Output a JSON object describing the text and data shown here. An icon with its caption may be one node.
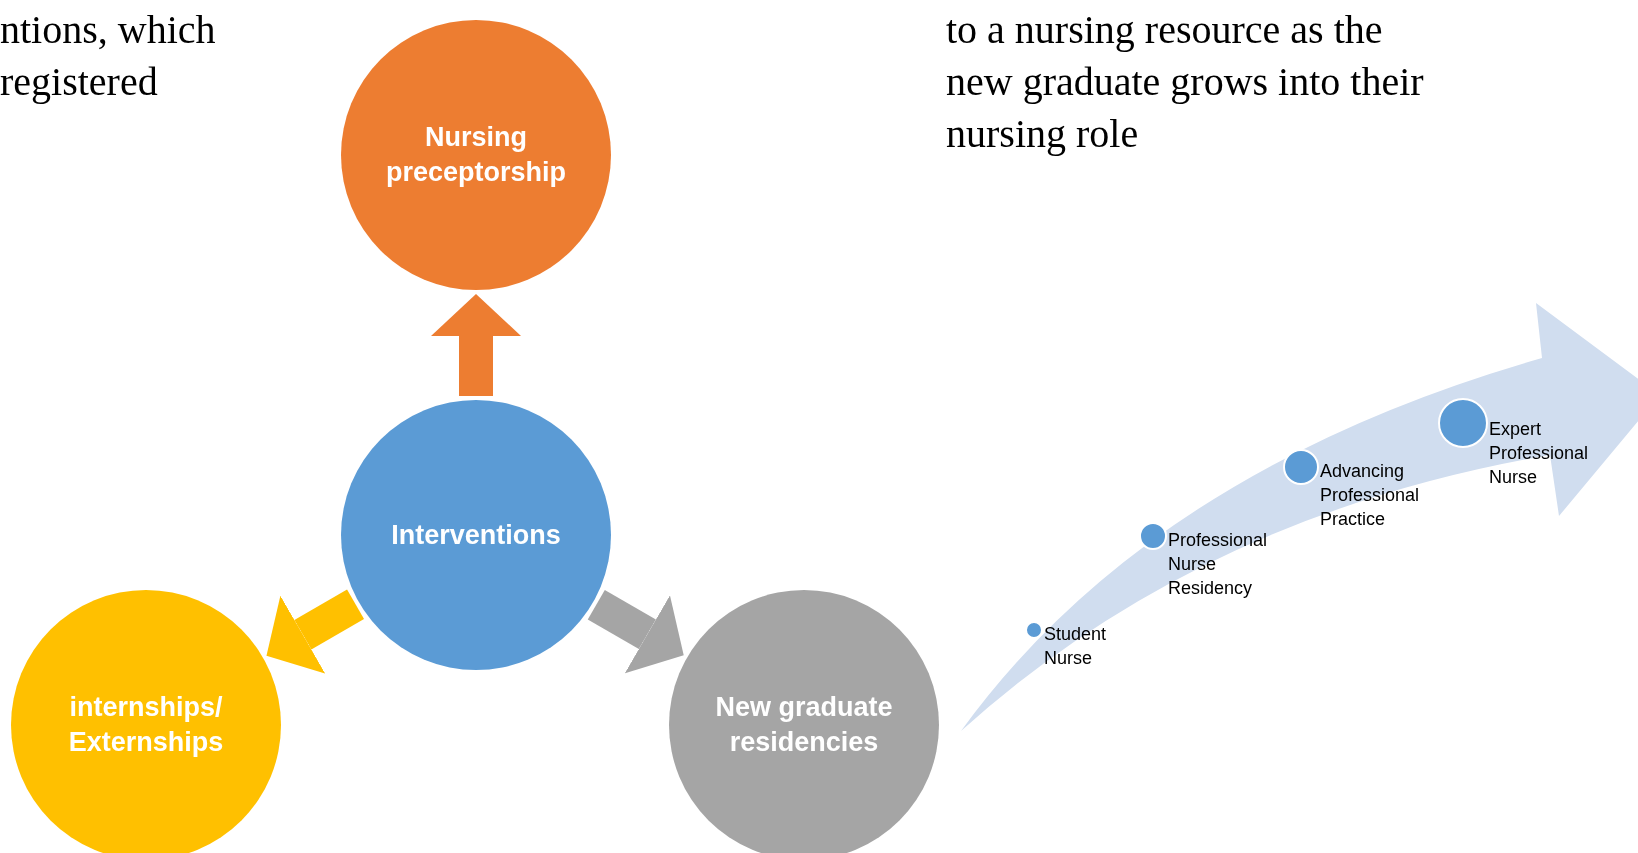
{
  "diagram": {
    "nodes": [
      {
        "text": [
          "Nursing preceptorship"
        ]
      },
      {
        "text": [
          "Interventions"
        ]
      },
      {
        "text": [
          "internships/ Externships"
        ]
      },
      {
        "text": [
          "New graduate residencies"
        ]
      },
      {
        "text": [
          "Student Nurse"
        ]
      },
      {
        "text": [
          "Professional Nurse Residency"
        ]
      },
      {
        "text": [
          "Advancing Professional Practice"
        ]
      },
      {
        "text": [
          "Expert Professional Nurse"
        ]
      }
    ],
    "edges": [
      {
        "from": 1,
        "to": 0,
        "arrow": "to",
        "color": "#ed7d31"
      },
      {
        "from": 1,
        "to": 2,
        "arrow": "to",
        "color": "#ffc000"
      },
      {
        "from": 1,
        "to": 3,
        "arrow": "to",
        "color": "#a5a5a5"
      }
    ],
    "labels": [
      "ntions, which registered",
      "to a nursing resource as the new graduate grows into their nursing role"
    ]
  }
}
